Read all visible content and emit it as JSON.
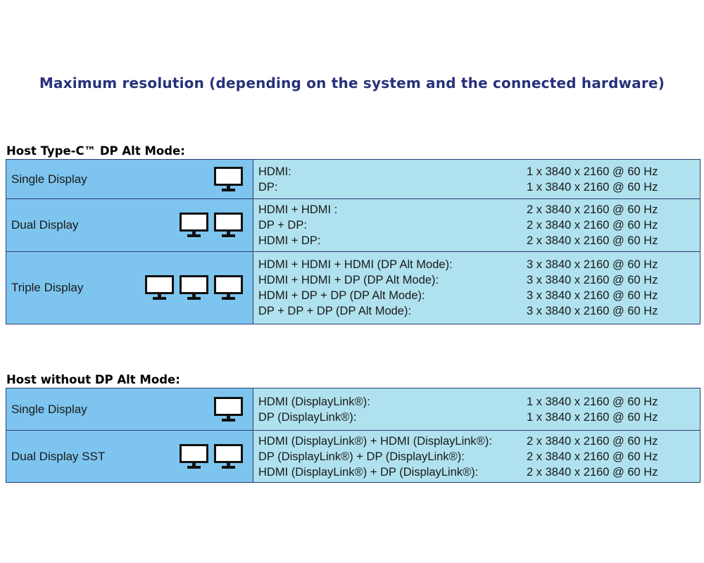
{
  "title": "Maximum resolution (depending on the system and the connected hardware)",
  "icons": {
    "monitor": "monitor-icon"
  },
  "colors": {
    "title": "#27317a",
    "left_cell": "#7dc5ef",
    "right_cell": "#b0e1ee",
    "border": "#2b3d73"
  },
  "sections": [
    {
      "heading": "Host Type-C™ DP Alt Mode:",
      "rows": [
        {
          "label": "Single Display",
          "monitors": 1,
          "modes": [
            {
              "connection": "HDMI:",
              "resolution": "1 x 3840 x 2160 @ 60 Hz"
            },
            {
              "connection": "DP:",
              "resolution": "1 x 3840 x 2160 @ 60 Hz"
            }
          ]
        },
        {
          "label": "Dual Display",
          "monitors": 2,
          "modes": [
            {
              "connection": "HDMI + HDMI :",
              "resolution": "2 x 3840 x 2160 @ 60 Hz"
            },
            {
              "connection": "DP + DP:",
              "resolution": "2 x 3840 x 2160 @ 60 Hz"
            },
            {
              "connection": "HDMI + DP:",
              "resolution": "2 x 3840 x 2160 @ 60 Hz"
            }
          ]
        },
        {
          "label": "Triple Display",
          "monitors": 3,
          "modes": [
            {
              "connection": "HDMI + HDMI + HDMI (DP Alt Mode):",
              "resolution": "3 x 3840 x 2160 @ 60 Hz"
            },
            {
              "connection": "HDMI + HDMI + DP (DP Alt Mode):",
              "resolution": "3 x 3840 x 2160 @ 60 Hz"
            },
            {
              "connection": "HDMI + DP + DP (DP Alt Mode):",
              "resolution": "3 x 3840 x 2160 @ 60 Hz"
            },
            {
              "connection": "DP + DP + DP (DP Alt Mode):",
              "resolution": "3 x 3840 x 2160 @ 60 Hz"
            }
          ]
        }
      ]
    },
    {
      "heading": "Host without DP Alt Mode:",
      "rows": [
        {
          "label": "Single Display",
          "monitors": 1,
          "modes": [
            {
              "connection": "HDMI (DisplayLink®):",
              "resolution": "1 x 3840 x 2160 @ 60 Hz"
            },
            {
              "connection": "DP (DisplayLink®):",
              "resolution": "1 x 3840 x 2160 @ 60 Hz"
            }
          ]
        },
        {
          "label": "Dual Display SST",
          "monitors": 2,
          "modes": [
            {
              "connection": "HDMI (DisplayLink®) + HDMI (DisplayLink®):",
              "resolution": "2 x 3840 x 2160 @ 60 Hz"
            },
            {
              "connection": "DP (DisplayLink®) + DP (DisplayLink®):",
              "resolution": "2 x 3840 x 2160 @ 60 Hz"
            },
            {
              "connection": "HDMI (DisplayLink®) + DP (DisplayLink®):",
              "resolution": "2 x 3840 x 2160 @ 60 Hz"
            }
          ]
        }
      ]
    }
  ]
}
